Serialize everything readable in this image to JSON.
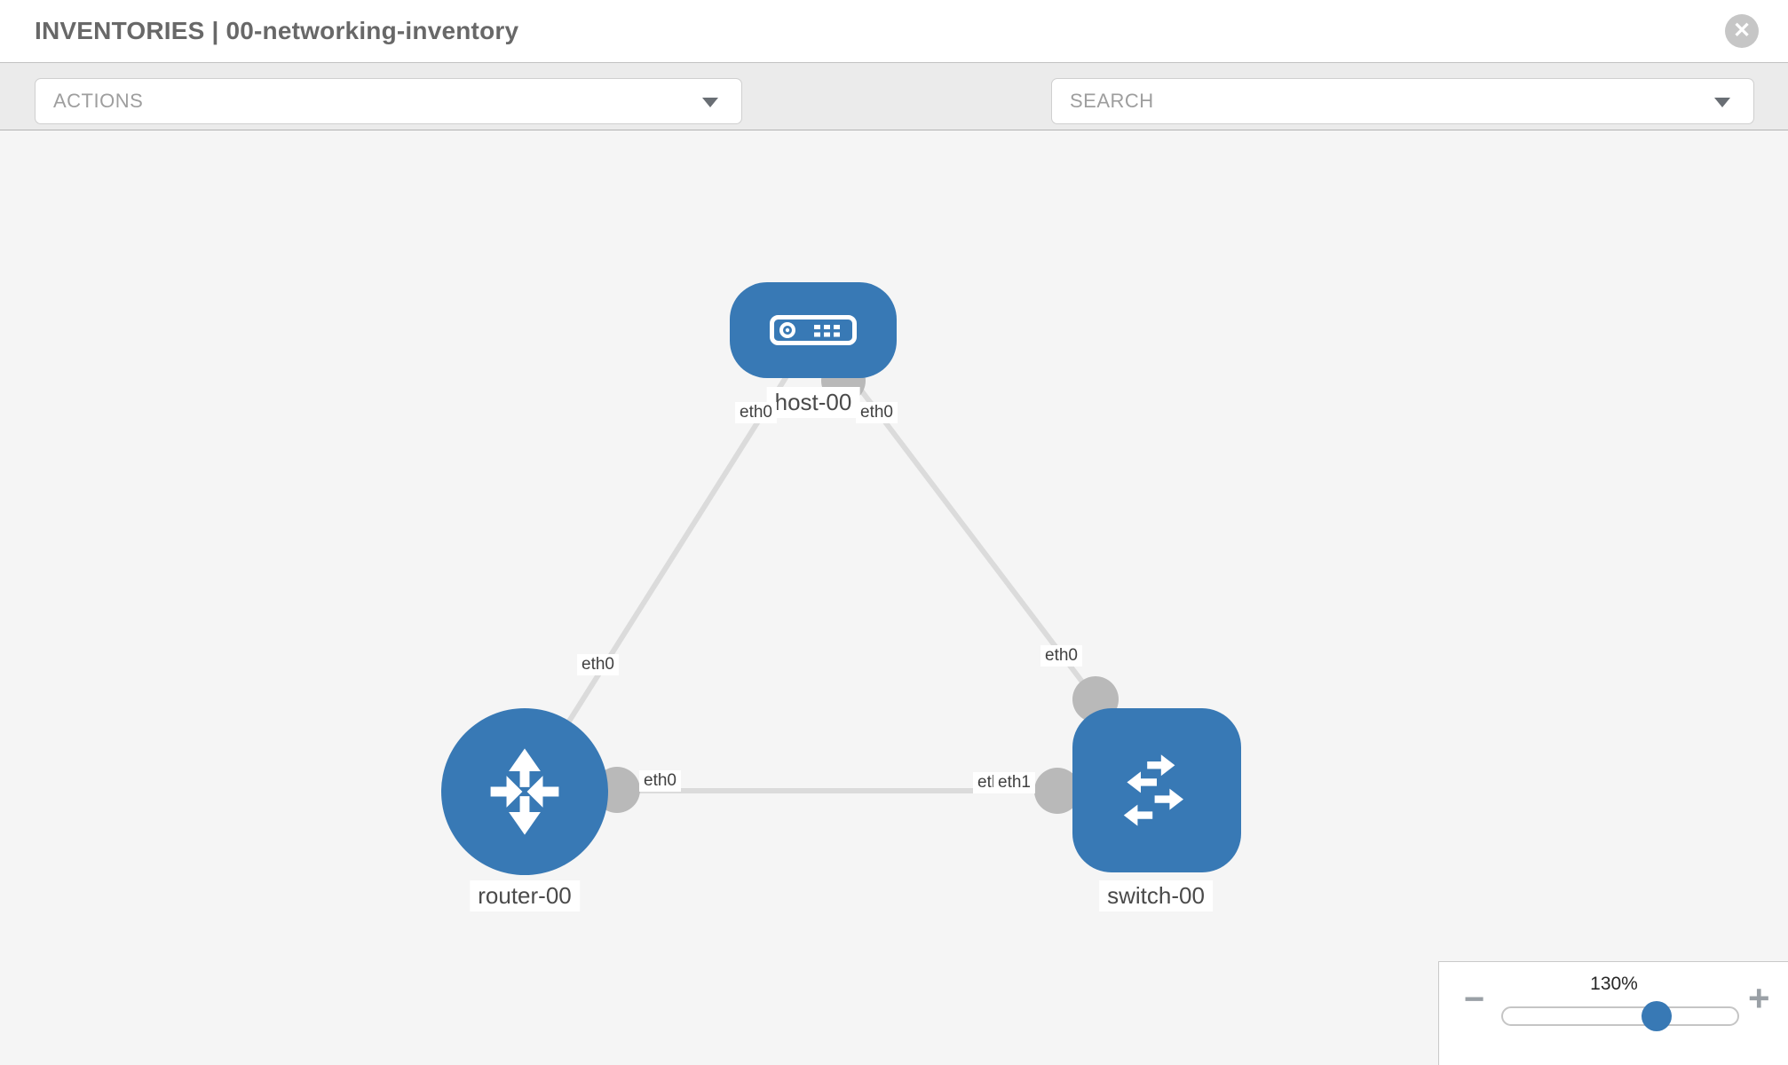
{
  "header": {
    "title": "INVENTORIES | 00-networking-inventory"
  },
  "toolbar": {
    "actions_label": "ACTIONS",
    "search_label": "SEARCH"
  },
  "canvas": {
    "nodes": [
      {
        "id": "host-00",
        "type": "host",
        "label": "host-00"
      },
      {
        "id": "router-00",
        "type": "router",
        "label": "router-00"
      },
      {
        "id": "switch-00",
        "type": "switch",
        "label": "switch-00"
      }
    ],
    "interfaces": [
      {
        "label": "eth0"
      },
      {
        "label": "eth0"
      },
      {
        "label": "eth0"
      },
      {
        "label": "eth0"
      },
      {
        "label": "eth0"
      },
      {
        "label": "eth0"
      },
      {
        "label": "eth1"
      }
    ]
  },
  "zoom_control": {
    "level": "130%"
  },
  "icons": {
    "close_x": "✕",
    "zoom_out": "−",
    "zoom_in": "+",
    "dropdown_caret": "▼",
    "wrench": "wrench",
    "key": "key"
  },
  "colors": {
    "node_blue": "#3879b5",
    "link_gray": "#dbdbdb",
    "endpoint_gray": "#b9b9b9",
    "toolbar_gray": "#ebebeb"
  }
}
